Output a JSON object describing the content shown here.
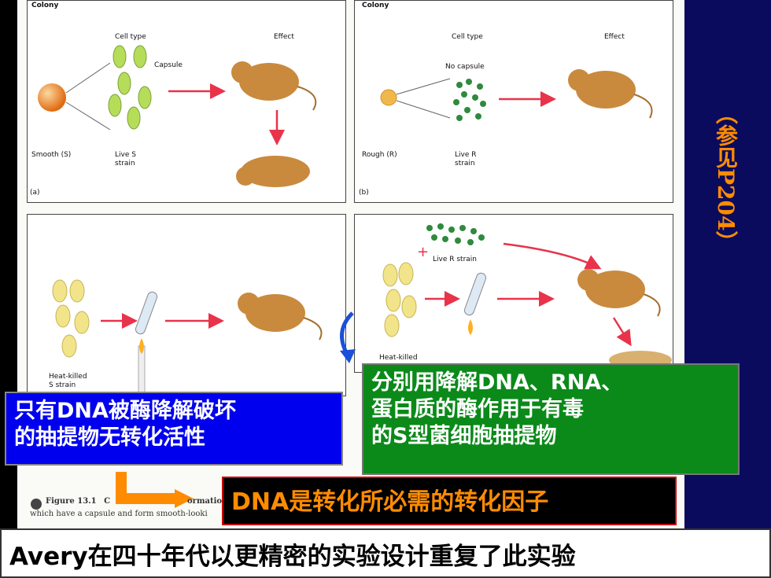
{
  "panel_a": {
    "colony": "Colony",
    "cell_type": "Cell type",
    "effect": "Effect",
    "capsule": "Capsule",
    "smooth": "Smooth (S)",
    "live_s": "Live S",
    "strain": "strain",
    "tag": "(a)"
  },
  "panel_b": {
    "colony": "Colony",
    "cell_type": "Cell type",
    "effect": "Effect",
    "no_capsule": "No capsule",
    "rough": "Rough (R)",
    "live_r": "Live R",
    "strain": "strain",
    "tag": "(b)"
  },
  "panel_c": {
    "heat_killed": "Heat-killed",
    "s_strain": "S strain"
  },
  "panel_d": {
    "live_r_strain": "Live R strain",
    "heat_killed": "Heat-killed"
  },
  "caption": {
    "figure": "Figure 13.1",
    "line1_a": "C",
    "line1_b": "ormatio",
    "line2": "which have a capsule and form smooth-looki"
  },
  "side_note": "（参见P204）",
  "blue_box": [
    "只有DNA被酶降解破坏",
    "的抽提物无转化活性"
  ],
  "green_box": [
    "分别用降解DNA、RNA、",
    "蛋白质的酶作用于有毒",
    "的S型菌细胞抽提物"
  ],
  "black_box": "DNA是转化所必需的转化因子",
  "bottom_bar": "Avery在四十年代以更精密的实验设计重复了此实验",
  "colors": {
    "background": "#0b0b5e",
    "orange": "#ff8c00",
    "blue": "#0000ee",
    "green": "#0b8a1a"
  }
}
